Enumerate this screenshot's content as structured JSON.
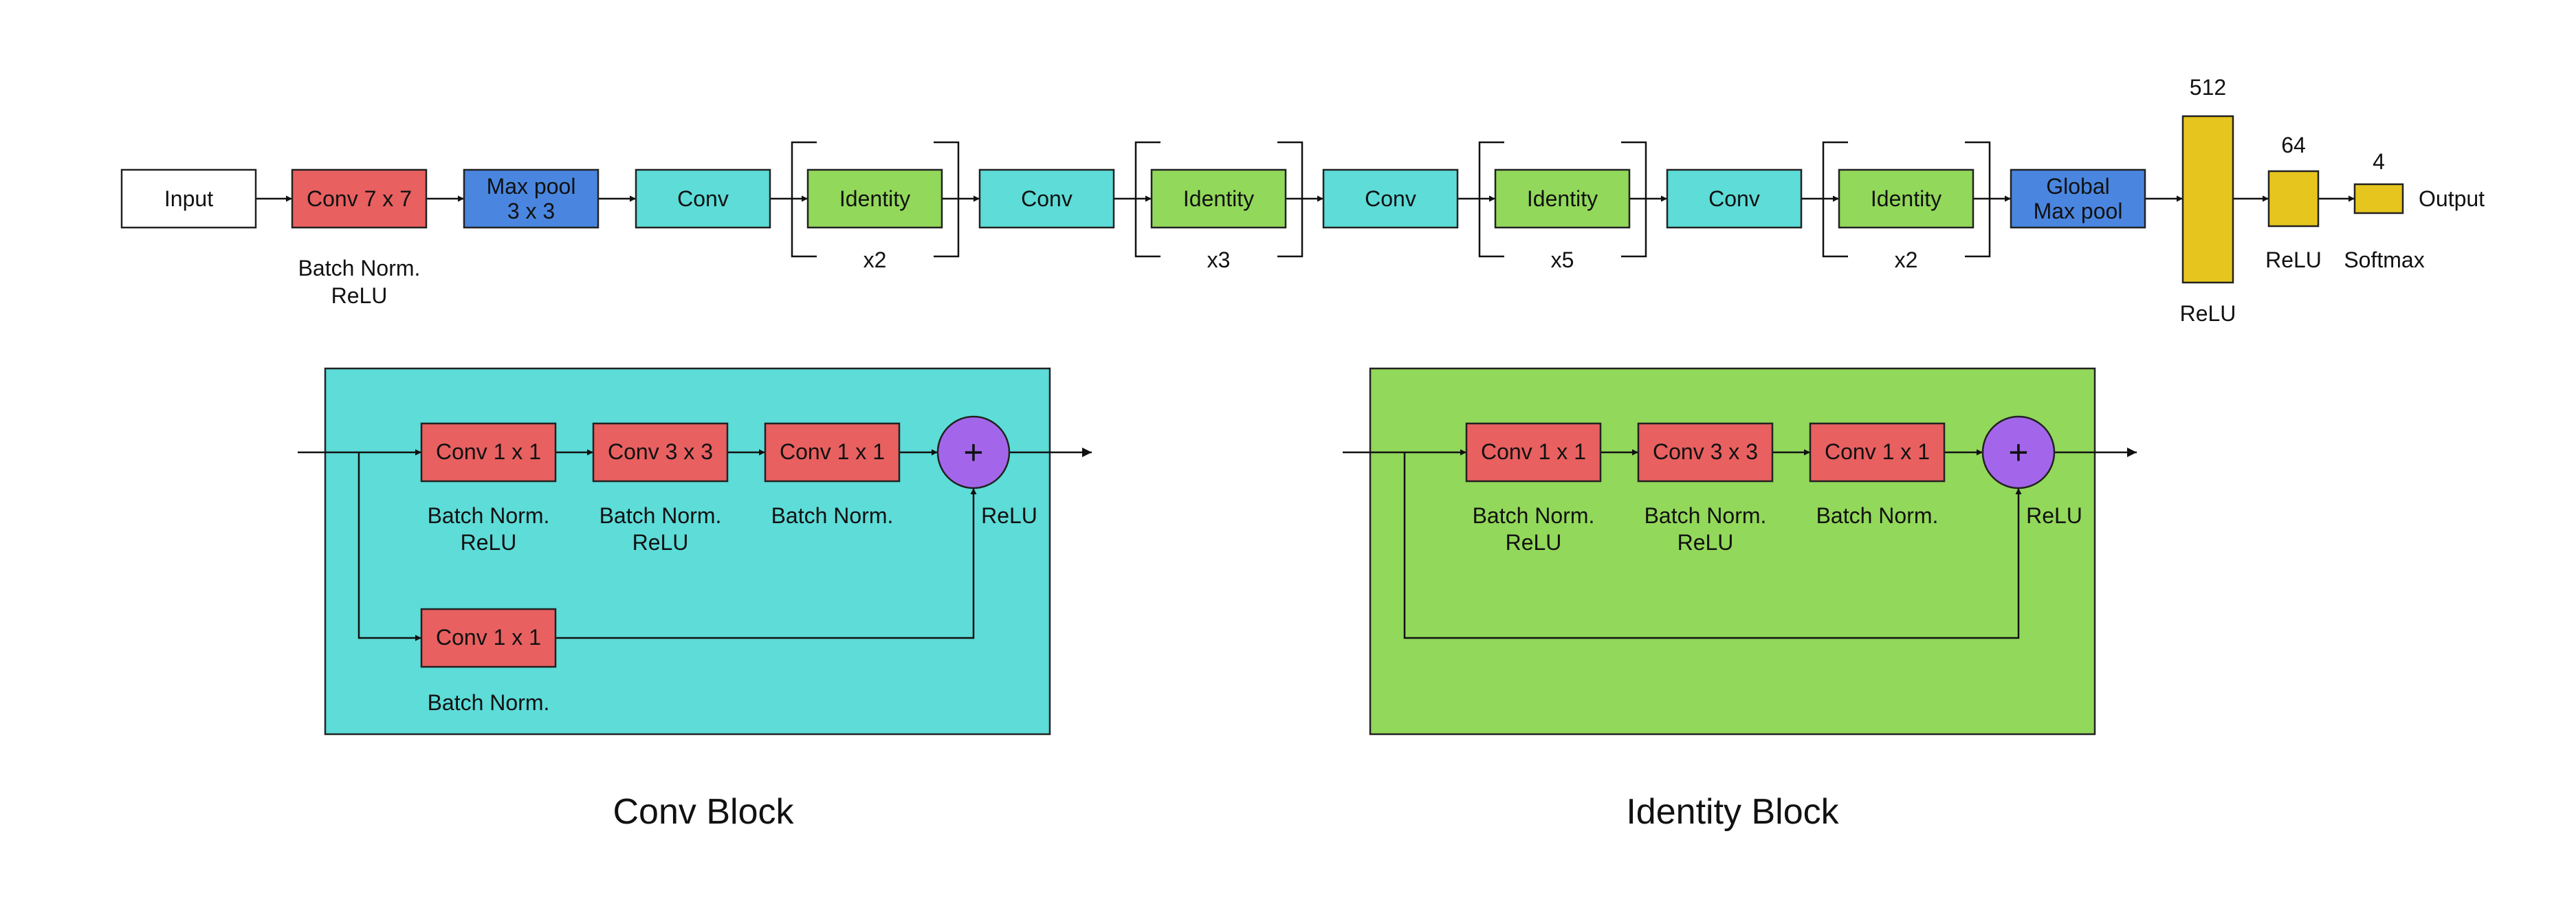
{
  "colors": {
    "conv": "#5ddcd8",
    "identity": "#92d85a",
    "red": "#e86060",
    "blue": "#4a86e0",
    "yellow": "#e6c61e",
    "purple": "#a366ea",
    "conv_panel": "#5ddcd8",
    "identity_panel": "#92d85a"
  },
  "main_path": {
    "input": "Input",
    "conv7": "Conv 7 x 7",
    "conv7_sub1": "Batch Norm.",
    "conv7_sub2": "ReLU",
    "maxpool_l1": "Max pool",
    "maxpool_l2": "3 x 3",
    "stage1_conv": "Conv",
    "stage1_identity": "Identity",
    "stage1_repeat": "x2",
    "stage2_conv": "Conv",
    "stage2_identity": "Identity",
    "stage2_repeat": "x3",
    "stage3_conv": "Conv",
    "stage3_identity": "Identity",
    "stage3_repeat": "x5",
    "stage4_conv": "Conv",
    "stage4_identity": "Identity",
    "stage4_repeat": "x2",
    "gmp_l1": "Global",
    "gmp_l2": "Max pool",
    "fc1_size": "512",
    "fc1_act": "ReLU",
    "fc2_size": "64",
    "fc2_act": "ReLU",
    "fc3_size": "4",
    "fc3_act": "Softmax",
    "output": "Output"
  },
  "conv_block": {
    "title": "Conv Block",
    "layer1": "Conv 1 x 1",
    "layer1_sub1": "Batch Norm.",
    "layer1_sub2": "ReLU",
    "layer2": "Conv 3 x 3",
    "layer2_sub1": "Batch Norm.",
    "layer2_sub2": "ReLU",
    "layer3": "Conv 1 x 1",
    "layer3_sub1": "Batch Norm.",
    "shortcut": "Conv 1 x 1",
    "shortcut_sub1": "Batch Norm.",
    "add_symbol": "+",
    "add_act": "ReLU"
  },
  "identity_block": {
    "title": "Identity Block",
    "layer1": "Conv 1 x 1",
    "layer1_sub1": "Batch Norm.",
    "layer1_sub2": "ReLU",
    "layer2": "Conv 3 x 3",
    "layer2_sub1": "Batch Norm.",
    "layer2_sub2": "ReLU",
    "layer3": "Conv 1 x 1",
    "layer3_sub1": "Batch Norm.",
    "add_symbol": "+",
    "add_act": "ReLU"
  }
}
